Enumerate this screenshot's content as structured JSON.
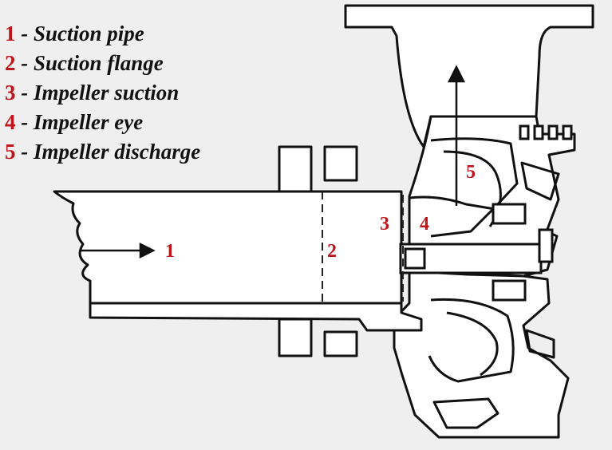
{
  "legend": [
    {
      "number": "1",
      "label": "- Suction pipe"
    },
    {
      "number": "2",
      "label": "- Suction flange"
    },
    {
      "number": "3",
      "label": "- Impeller suction"
    },
    {
      "number": "4",
      "label": "- Impeller eye"
    },
    {
      "number": "5",
      "label": "- Impeller discharge"
    }
  ],
  "markers": {
    "m1": "1",
    "m2": "2",
    "m3": "3",
    "m4": "4",
    "m5": "5"
  },
  "colors": {
    "label_red": "#c0151b",
    "line": "#111111",
    "body_fill": "#ffffff",
    "background": "#efefef"
  }
}
